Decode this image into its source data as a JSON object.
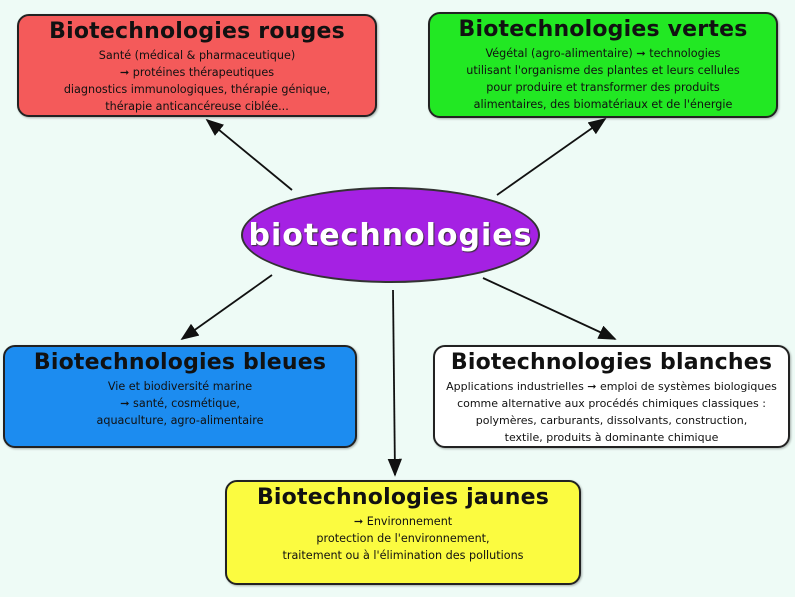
{
  "center": {
    "label": "biotechnologies"
  },
  "boxes": {
    "red": {
      "title": "Biotechnologies rouges",
      "color": "#f45a5a",
      "lines": [
        "Santé (médical & pharmaceutique)",
        "➞ protéines thérapeutiques",
        "diagnostics immunologiques, thérapie génique,",
        "thérapie anticancéreuse ciblée..."
      ]
    },
    "green": {
      "title": "Biotechnologies vertes",
      "color": "#22e823",
      "lines": [
        "Végétal (agro-alimentaire) ➞ technologies",
        "utilisant l'organisme des plantes et leurs cellules",
        "pour produire et transformer des produits",
        "alimentaires, des biomatériaux et de l'énergie"
      ]
    },
    "blue": {
      "title": "Biotechnologies bleues",
      "color": "#1c8cf0",
      "lines": [
        "Vie et biodiversité marine",
        "➞ santé, cosmétique,",
        "aquaculture, agro-alimentaire"
      ]
    },
    "white": {
      "title": "Biotechnologies blanches",
      "color": "#ffffff",
      "lines": [
        "Applications industrielles ➞ emploi de systèmes biologiques",
        "comme alternative aux procédés chimiques classiques :",
        "polymères, carburants, dissolvants, construction,",
        "textile, produits à dominante chimique"
      ]
    },
    "yellow": {
      "title": "Biotechnologies jaunes",
      "color": "#fbfb40",
      "lines": [
        "➞ Environnement",
        "protection de l'environnement,",
        "traitement ou à l'élimination des pollutions"
      ]
    }
  }
}
